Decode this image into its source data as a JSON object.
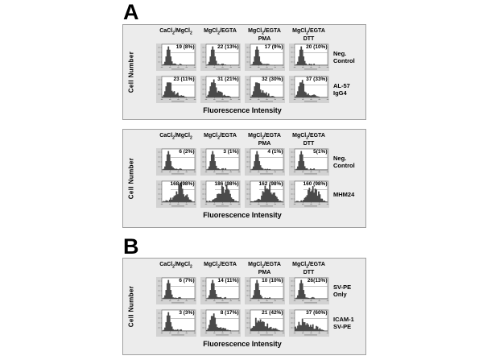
{
  "figure": {
    "sections": [
      {
        "label": "A"
      },
      {
        "label": "B"
      }
    ],
    "y_axis_label": "Cell Number",
    "x_axis_label": "Fluorescence Intensity",
    "column_headers": [
      "CaCl2/MgCl2",
      "MgCl2/EGTA",
      "MgCl2/EGTA\nPMA",
      "MgCl2/EGTA\nDTT"
    ],
    "colors": {
      "panel_fill": "#ececec",
      "panel_border": "#9f9f9f",
      "hist_backing": "#d2d2d2",
      "plot_fill": "#ffffff",
      "plot_border": "#4a4a4a",
      "peak_fill": "#4a4a4a",
      "gate_line": "#8a8a8a",
      "tick_color": "#606060",
      "microtext_color": "#909090",
      "text": "#000000"
    },
    "panels": [
      {
        "name": "panel-a-top",
        "section": "A",
        "rows": [
          {
            "label": "Neg.\nControl",
            "cells": [
              {
                "value": "19 (8%)",
                "shape": "left"
              },
              {
                "value": "22 (13%)",
                "shape": "left"
              },
              {
                "value": "17 (9%)",
                "shape": "left"
              },
              {
                "value": "20 (10%)",
                "shape": "left"
              }
            ]
          },
          {
            "label": "AL-57\nIgG4",
            "cells": [
              {
                "value": "23 (11%)",
                "shape": "left-tail"
              },
              {
                "value": "31 (21%)",
                "shape": "left-tail"
              },
              {
                "value": "32 (30%)",
                "shape": "left-tail"
              },
              {
                "value": "37 (33%)",
                "shape": "left-tail"
              }
            ]
          }
        ]
      },
      {
        "name": "panel-a-bottom",
        "section": "A",
        "rows": [
          {
            "label": "Neg.\nControl",
            "cells": [
              {
                "value": "6 (2%)",
                "shape": "left"
              },
              {
                "value": "3 (1%)",
                "shape": "left"
              },
              {
                "value": "4 (1%)",
                "shape": "left"
              },
              {
                "value": "5(1%)",
                "shape": "left"
              }
            ]
          },
          {
            "label": "MHM24",
            "cells": [
              {
                "value": "168 (98%)",
                "shape": "mid"
              },
              {
                "value": "186 (98%)",
                "shape": "mid"
              },
              {
                "value": "162 (98%)",
                "shape": "mid"
              },
              {
                "value": "160 (98%)",
                "shape": "mid"
              }
            ]
          }
        ]
      },
      {
        "name": "panel-b",
        "section": "B",
        "rows": [
          {
            "label": "SV-PE\nOnly",
            "cells": [
              {
                "value": "6 (7%)",
                "shape": "left"
              },
              {
                "value": "14 (11%)",
                "shape": "left"
              },
              {
                "value": "10 (10%)",
                "shape": "left"
              },
              {
                "value": "26(13%)",
                "shape": "left"
              }
            ]
          },
          {
            "label": "ICAM-1\nSV-PE",
            "cells": [
              {
                "value": "3 (3%)",
                "shape": "left"
              },
              {
                "value": "8 (17%)",
                "shape": "left-tail"
              },
              {
                "value": "21 (42%)",
                "shape": "broad"
              },
              {
                "value": "37 (60%)",
                "shape": "broad"
              }
            ]
          }
        ]
      }
    ]
  }
}
